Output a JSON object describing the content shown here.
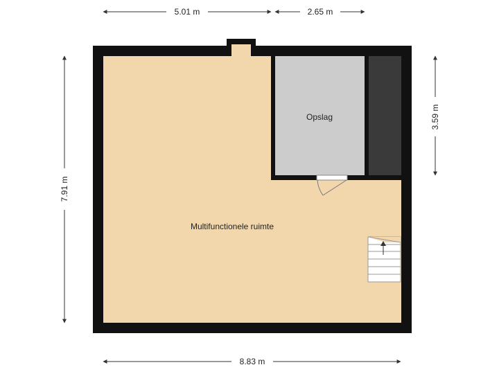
{
  "dimensions": {
    "top_left": "5.01 m",
    "top_right": "2.65 m",
    "bottom": "8.83 m",
    "left": "7.91 m",
    "right": "3.59 m"
  },
  "rooms": {
    "main": "Multifunctionele ruimte",
    "storage": "Opslag"
  },
  "colors": {
    "wall": "#111111",
    "main_floor": "#f2d7ac",
    "storage_floor": "#cccccc",
    "dark_room": "#3a3a3a",
    "dimension_line": "#333333"
  }
}
